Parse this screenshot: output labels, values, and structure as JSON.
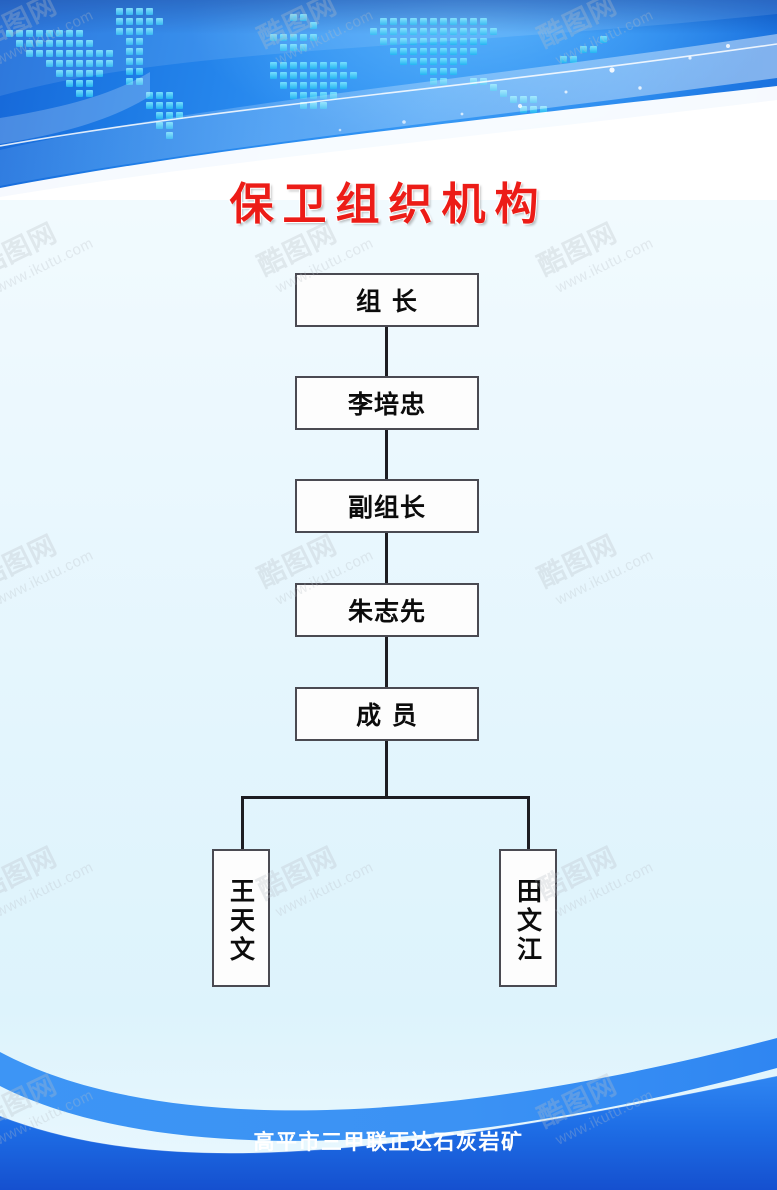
{
  "poster": {
    "title": "保卫组织机构",
    "footer_text": "高平市三甲联正达石灰岩矿",
    "title_color": "#ec1c17",
    "header_blue": "#2a8cf0",
    "footer_blue": "#1866e0",
    "footer_light_blue": "#3d95f5",
    "background": "#e3f5fd",
    "node_border_color": "#4a4a52",
    "node_fill": "#fdfdfd"
  },
  "org_chart": {
    "type": "hierarchy",
    "nodes": [
      {
        "id": "role_leader",
        "label": "组  长",
        "orientation": "horizontal",
        "level": 0
      },
      {
        "id": "name_leader",
        "label": "李培忠",
        "orientation": "horizontal",
        "level": 1
      },
      {
        "id": "role_deputy",
        "label": "副组长",
        "orientation": "horizontal",
        "level": 2
      },
      {
        "id": "name_deputy",
        "label": "朱志先",
        "orientation": "horizontal",
        "level": 3
      },
      {
        "id": "role_member",
        "label": "成  员",
        "orientation": "horizontal",
        "level": 4
      },
      {
        "id": "member_left",
        "label": "王天文",
        "orientation": "vertical",
        "level": 5
      },
      {
        "id": "member_right",
        "label": "田文江",
        "orientation": "vertical",
        "level": 5
      }
    ],
    "edges": [
      {
        "from": "role_leader",
        "to": "name_leader"
      },
      {
        "from": "name_leader",
        "to": "role_deputy"
      },
      {
        "from": "role_deputy",
        "to": "name_deputy"
      },
      {
        "from": "name_deputy",
        "to": "role_member"
      },
      {
        "from": "role_member",
        "to": "member_left"
      },
      {
        "from": "role_member",
        "to": "member_right"
      }
    ]
  },
  "watermark": {
    "logo": "酷图网",
    "url": "www.ikutu.com"
  }
}
